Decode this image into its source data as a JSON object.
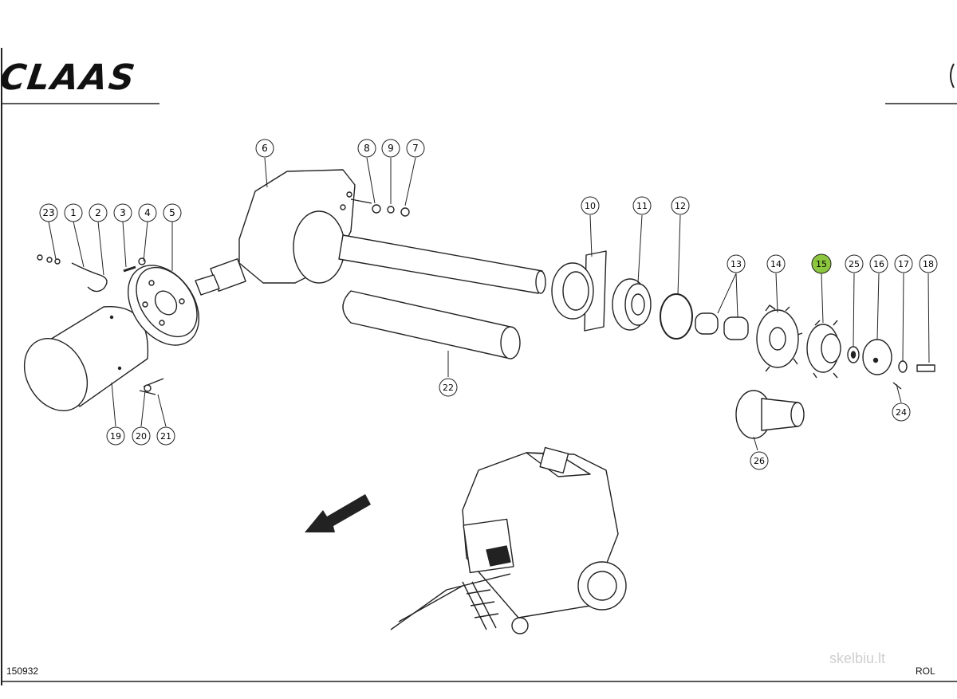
{
  "brand": "CLAAS",
  "drawing_number": "150932",
  "footer_right": "ROL",
  "watermark": "skelbiu.lt",
  "highlight_color": "#8cc63f",
  "arrow_direction": "down-left",
  "callouts": [
    {
      "id": "c1",
      "text": "1"
    },
    {
      "id": "c2",
      "text": "2"
    },
    {
      "id": "c3",
      "text": "3"
    },
    {
      "id": "c4",
      "text": "4"
    },
    {
      "id": "c5",
      "text": "5"
    },
    {
      "id": "c6",
      "text": "6"
    },
    {
      "id": "c7",
      "text": "7"
    },
    {
      "id": "c8",
      "text": "8"
    },
    {
      "id": "c9",
      "text": "9"
    },
    {
      "id": "c10",
      "text": "10"
    },
    {
      "id": "c11",
      "text": "11"
    },
    {
      "id": "c12",
      "text": "12"
    },
    {
      "id": "c13",
      "text": "13"
    },
    {
      "id": "c14",
      "text": "14"
    },
    {
      "id": "c15",
      "text": "15",
      "highlighted": true
    },
    {
      "id": "c16",
      "text": "16"
    },
    {
      "id": "c17",
      "text": "17"
    },
    {
      "id": "c18",
      "text": "18"
    },
    {
      "id": "c19",
      "text": "19"
    },
    {
      "id": "c20",
      "text": "20"
    },
    {
      "id": "c21",
      "text": "21"
    },
    {
      "id": "c22",
      "text": "22"
    },
    {
      "id": "c23",
      "text": "23"
    },
    {
      "id": "c24",
      "text": "24"
    },
    {
      "id": "c25",
      "text": "25"
    },
    {
      "id": "c26",
      "text": "26"
    }
  ]
}
